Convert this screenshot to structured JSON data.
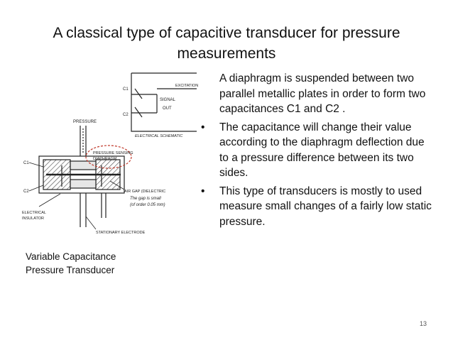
{
  "slide": {
    "title": "A classical type of capacitive transducer for pressure measurements",
    "bullets": [
      {
        "marker": "",
        "text": "A diaphragm is suspended between two parallel metallic plates in order to form two capacitances C1 and C2 ."
      },
      {
        "marker": "•",
        "text": "The capacitance will change their value according to the diaphragm deflection due to a pressure difference between its two sides."
      },
      {
        "marker": "•",
        "text": " This type of transducers is mostly to used measure small changes of a fairly low static pressure."
      }
    ],
    "caption_line1": "Variable Capacitance",
    "caption_line2": "Pressure Transducer",
    "page_number": "13"
  },
  "figure": {
    "labels": {
      "c1_top": "C1",
      "c2_top": "C2",
      "signal": "SIGNAL",
      "out": "OUT",
      "excitation": "EXCITATION",
      "schematic": "ELECTRICAL SCHEMATIC",
      "pressure": "PRESSURE",
      "sensing1": "PRESSURE SENSING",
      "sensing2": "DIAPHRAGM",
      "c1_side": "C1",
      "c2_side": "C2",
      "airgap": "AIR GAP (DIELECTRIC",
      "gap1": "The gap is small",
      "gap2": "(of order 0.05 mm)",
      "insulator1": "ELECTRICAL",
      "insulator2": "INSULATOR",
      "electrode": "STATIONARY ELECTRODE"
    }
  }
}
